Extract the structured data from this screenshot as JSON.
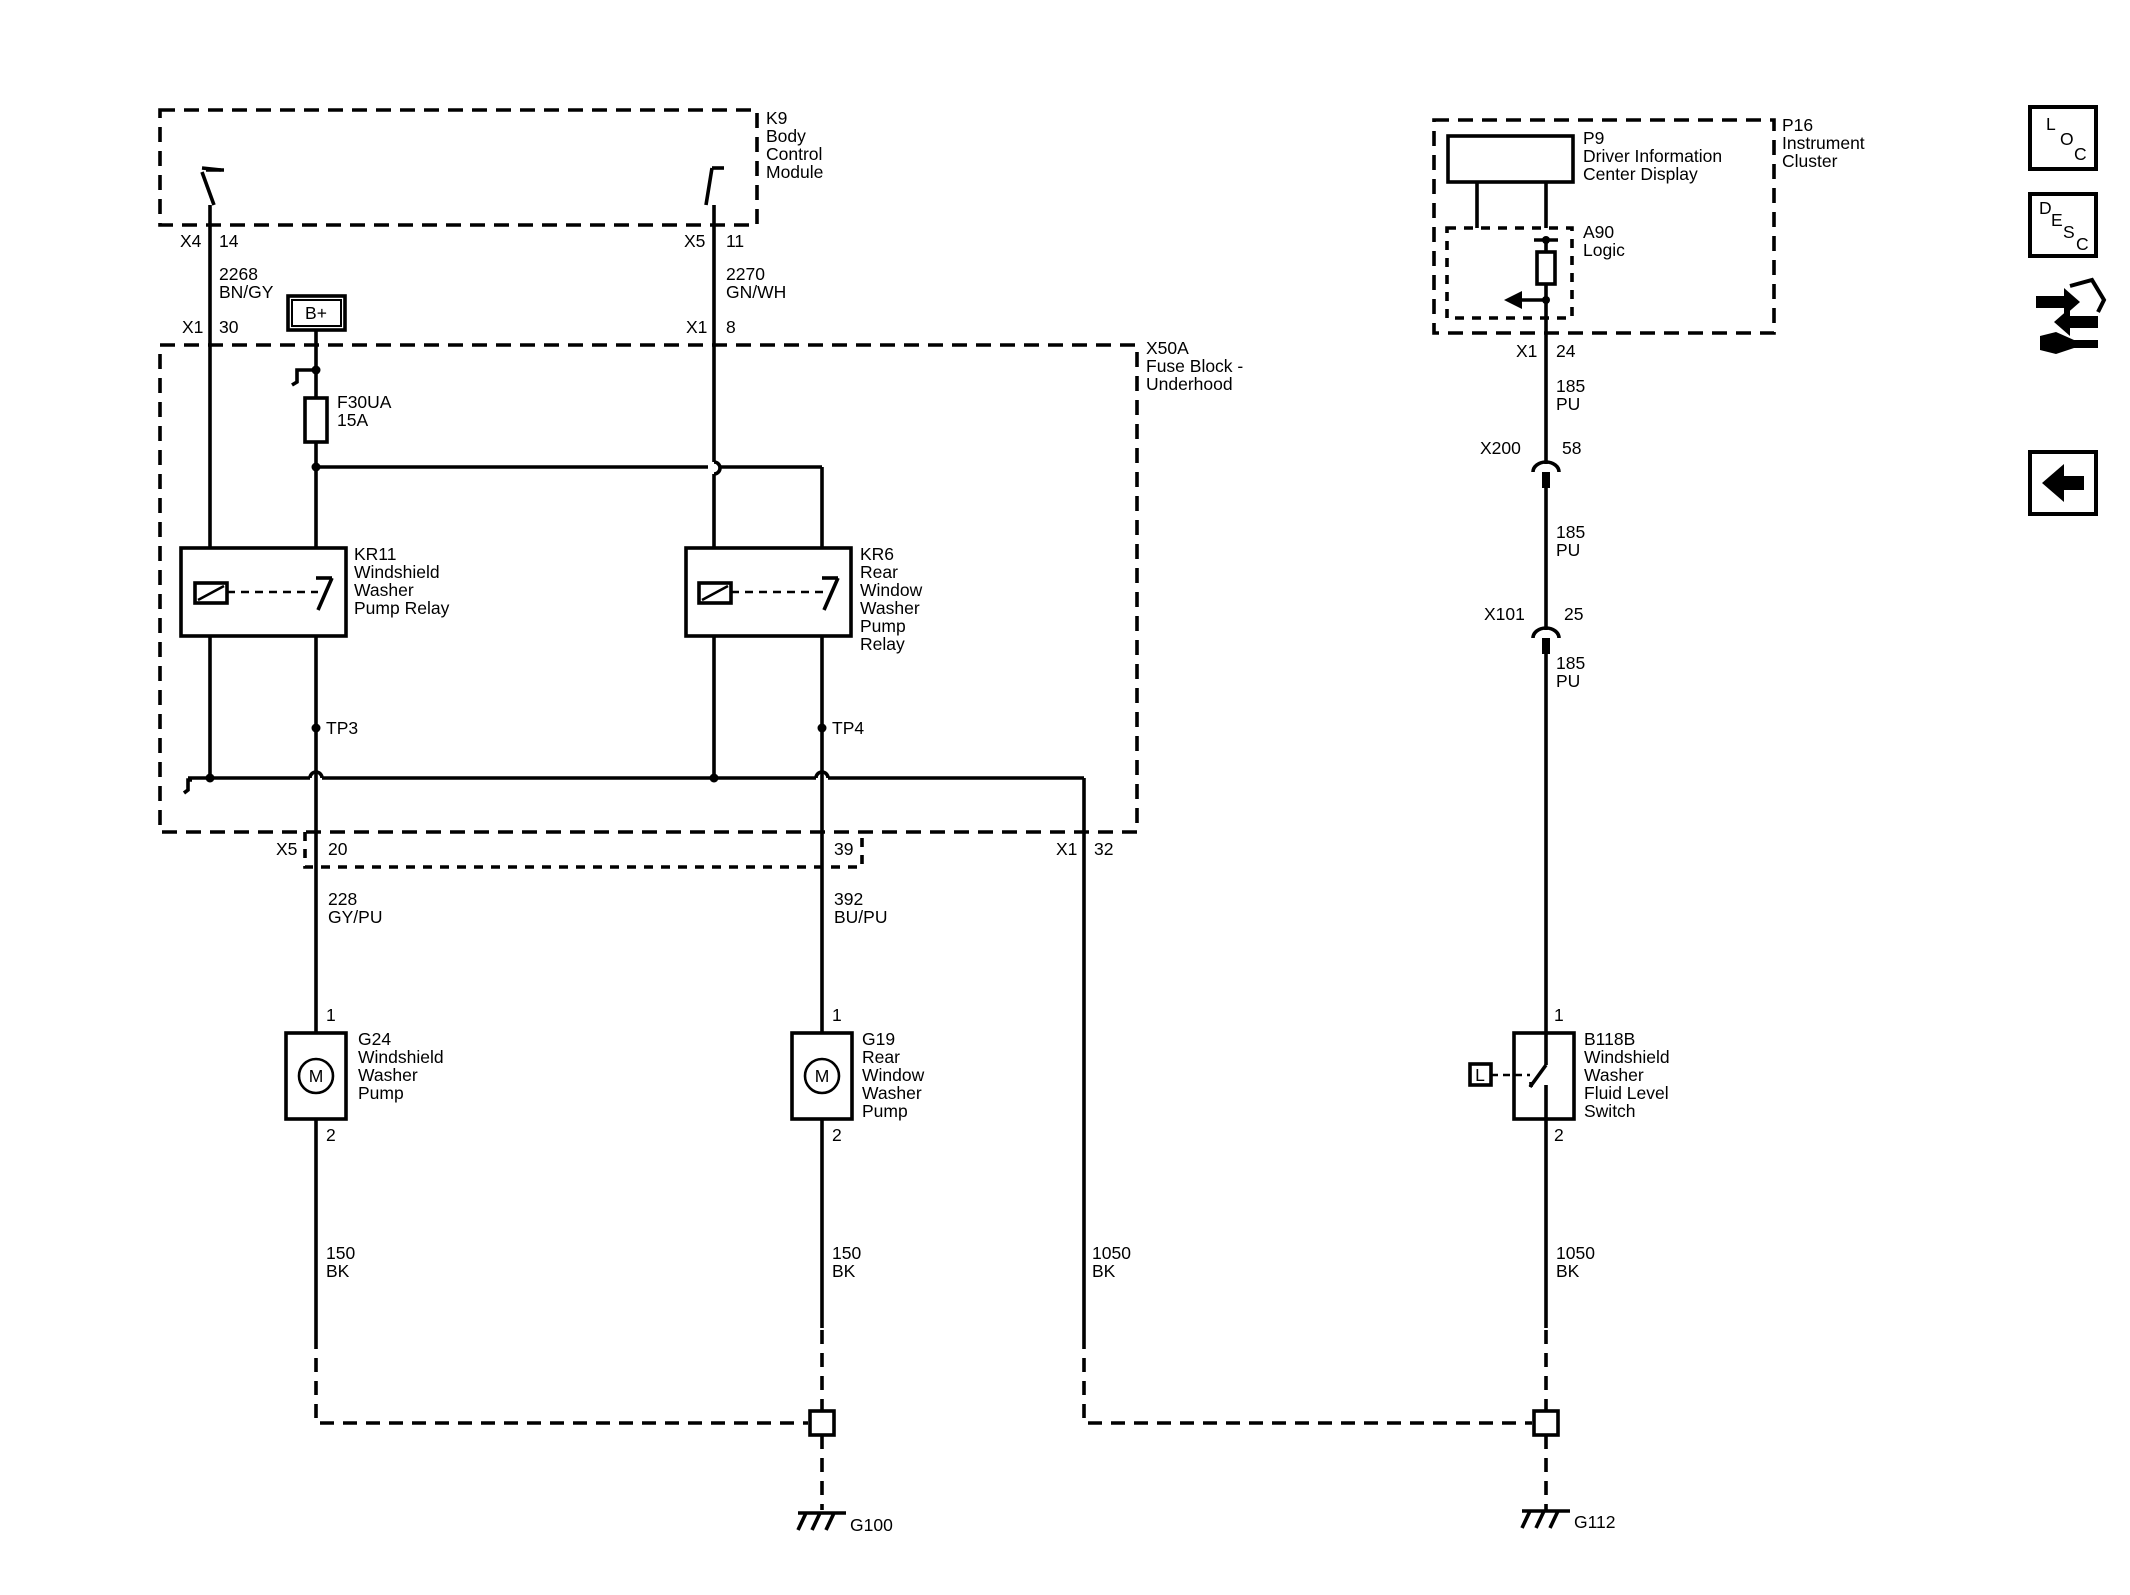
{
  "modules": {
    "k9": {
      "ref": "K9",
      "l1": "Body",
      "l2": "Control",
      "l3": "Module"
    },
    "p16": {
      "ref": "P16",
      "l1": "Instrument",
      "l2": "Cluster"
    },
    "p9": {
      "ref": "P9",
      "l1": "Driver Information",
      "l2": "Center Display"
    },
    "a90": {
      "ref": "A90",
      "l1": "Logic"
    },
    "x50a": {
      "ref": "X50A",
      "l1": "Fuse Block -",
      "l2": "Underhood"
    },
    "bplus": "B+",
    "fuse": {
      "ref": "F30UA",
      "rating": "15A"
    },
    "kr11": {
      "ref": "KR11",
      "l1": "Windshield",
      "l2": "Washer",
      "l3": "Pump Relay"
    },
    "kr6": {
      "ref": "KR6",
      "l1": "Rear",
      "l2": "Window",
      "l3": "Washer",
      "l4": "Pump",
      "l5": "Relay"
    },
    "g24": {
      "ref": "G24",
      "l1": "Windshield",
      "l2": "Washer",
      "l3": "Pump",
      "motor": "M"
    },
    "g19": {
      "ref": "G19",
      "l1": "Rear",
      "l2": "Window",
      "l3": "Washer",
      "l4": "Pump",
      "motor": "M"
    },
    "b118b": {
      "ref": "B118B",
      "l1": "Windshield",
      "l2": "Washer",
      "l3": "Fluid Level",
      "l4": "Switch",
      "float": "L"
    }
  },
  "test_points": {
    "tp3": "TP3",
    "tp4": "TP4"
  },
  "connectors": {
    "x4_14": {
      "conn": "X4",
      "pin": "14"
    },
    "x5_11": {
      "conn": "X5",
      "pin": "11"
    },
    "x1_30": {
      "conn": "X1",
      "pin": "30"
    },
    "x1_8": {
      "conn": "X1",
      "pin": "8"
    },
    "x5_20": {
      "conn": "X5",
      "pin": "20"
    },
    "x5_39": {
      "pin": "39"
    },
    "x1_32": {
      "conn": "X1",
      "pin": "32"
    },
    "x1_24": {
      "conn": "X1",
      "pin": "24"
    },
    "x200_58": {
      "conn": "X200",
      "pin": "58"
    },
    "x101_25": {
      "conn": "X101",
      "pin": "25"
    },
    "g24_1": "1",
    "g24_2": "2",
    "g19_1": "1",
    "g19_2": "2",
    "b118b_1": "1",
    "b118b_2": "2"
  },
  "wires": {
    "w2268": {
      "circuit": "2268",
      "color": "BN/GY"
    },
    "w2270": {
      "circuit": "2270",
      "color": "GN/WH"
    },
    "w228": {
      "circuit": "228",
      "color": "GY/PU"
    },
    "w392": {
      "circuit": "392",
      "color": "BU/PU"
    },
    "w150a": {
      "circuit": "150",
      "color": "BK"
    },
    "w150b": {
      "circuit": "150",
      "color": "BK"
    },
    "w1050a": {
      "circuit": "1050",
      "color": "BK"
    },
    "w1050b": {
      "circuit": "1050",
      "color": "BK"
    },
    "w185a": {
      "circuit": "185",
      "color": "PU"
    },
    "w185b": {
      "circuit": "185",
      "color": "PU"
    },
    "w185c": {
      "circuit": "185",
      "color": "PU"
    }
  },
  "grounds": {
    "g100": "G100",
    "g112": "G112"
  },
  "nav": {
    "loc": {
      "c1": "L",
      "c2": "O",
      "c3": "C"
    },
    "desc": {
      "c1": "D",
      "c2": "E",
      "c3": "S",
      "c4": "C"
    },
    "connector_icon": "connector-repair-icon",
    "back_icon": "back-arrow-icon"
  }
}
